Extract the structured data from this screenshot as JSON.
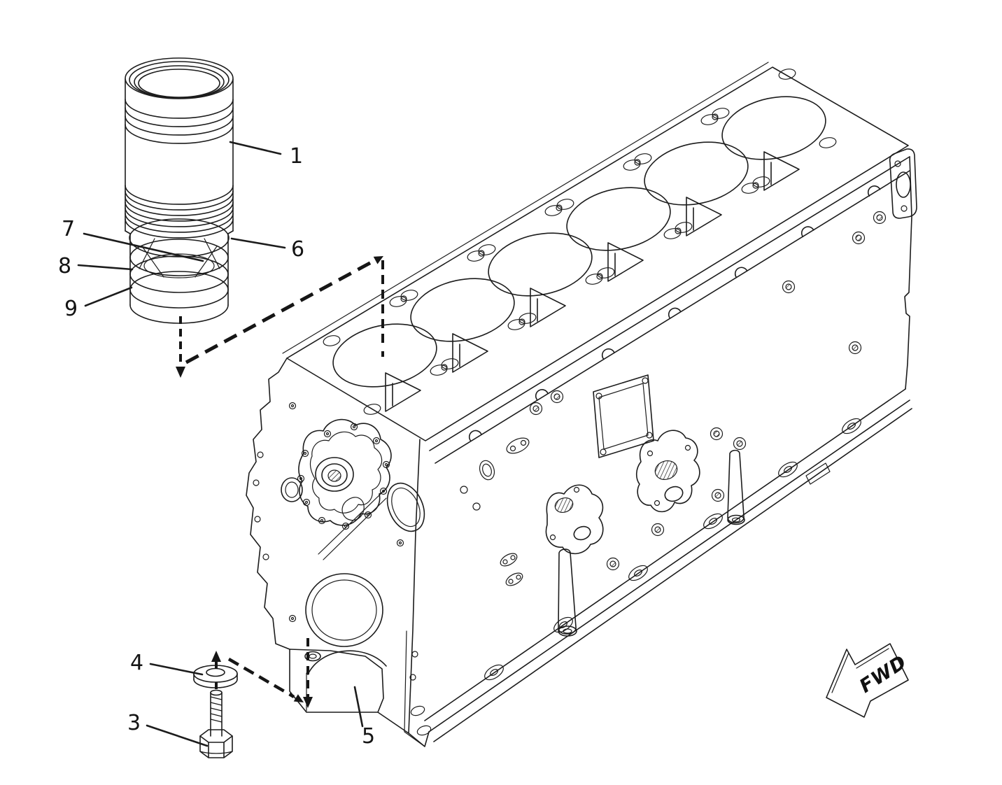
{
  "figure": {
    "background": "#ffffff",
    "line_color": "#1c1c1c"
  },
  "callouts": {
    "c1": {
      "label": "1"
    },
    "c3": {
      "label": "3"
    },
    "c4": {
      "label": "4"
    },
    "c5": {
      "label": "5"
    },
    "c6": {
      "label": "6"
    },
    "c7": {
      "label": "7"
    },
    "c8": {
      "label": "8"
    },
    "c9": {
      "label": "9"
    }
  },
  "direction_arrow": {
    "label": "FWD"
  }
}
